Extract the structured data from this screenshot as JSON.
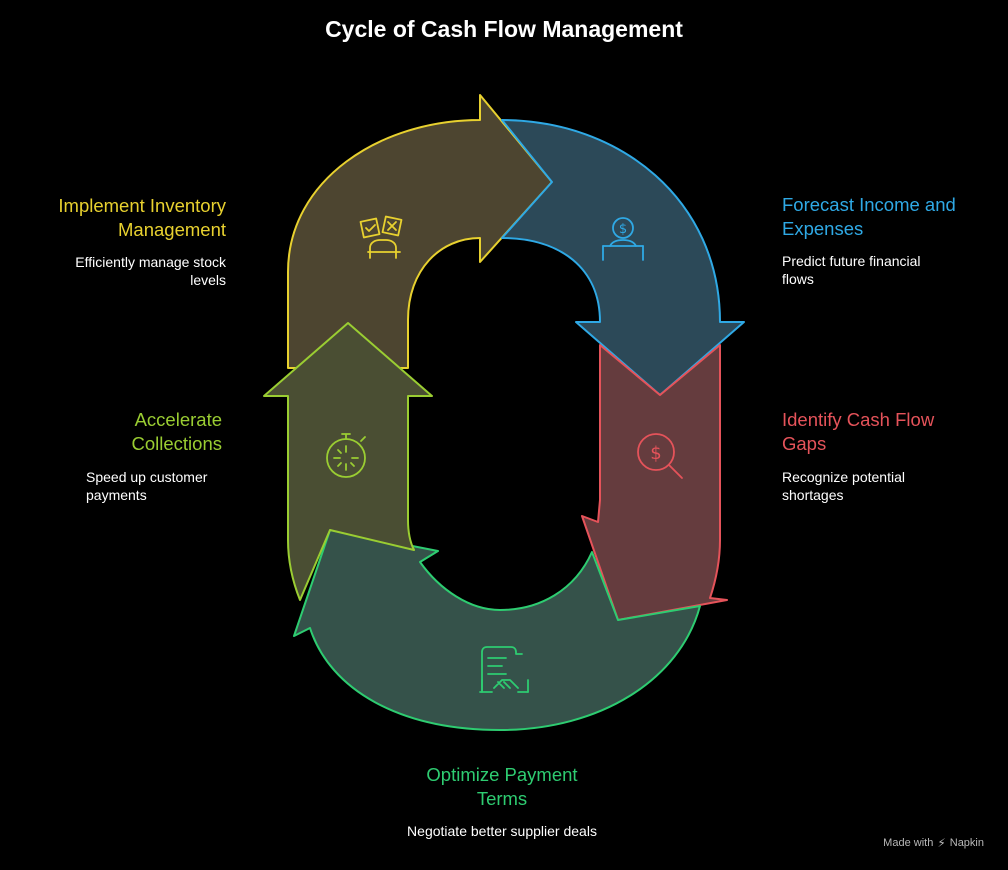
{
  "title": "Cycle of Cash Flow Management",
  "steps": [
    {
      "id": "forecast",
      "label": "Forecast Income and Expenses",
      "description": "Predict future financial flows",
      "color": "#2fa9e5",
      "icon": "piggy-bank-coin-icon"
    },
    {
      "id": "identify",
      "label": "Identify Cash Flow Gaps",
      "description": "Recognize potential shortages",
      "color": "#e5535a",
      "icon": "dollar-magnifier-icon"
    },
    {
      "id": "optimize",
      "label": "Optimize Payment Terms",
      "description": "Negotiate better supplier deals",
      "color": "#2ecc71",
      "icon": "contract-handshake-icon"
    },
    {
      "id": "accelerate",
      "label": "Accelerate Collections",
      "description": "Speed up customer payments",
      "color": "#9acd32",
      "icon": "stopwatch-icon"
    },
    {
      "id": "inventory",
      "label": "Implement Inventory Management",
      "description": "Efficiently manage stock levels",
      "color": "#e8d12f",
      "icon": "inventory-boxes-icon"
    }
  ],
  "footer": {
    "made_with": "Made with",
    "brand": "Napkin"
  }
}
